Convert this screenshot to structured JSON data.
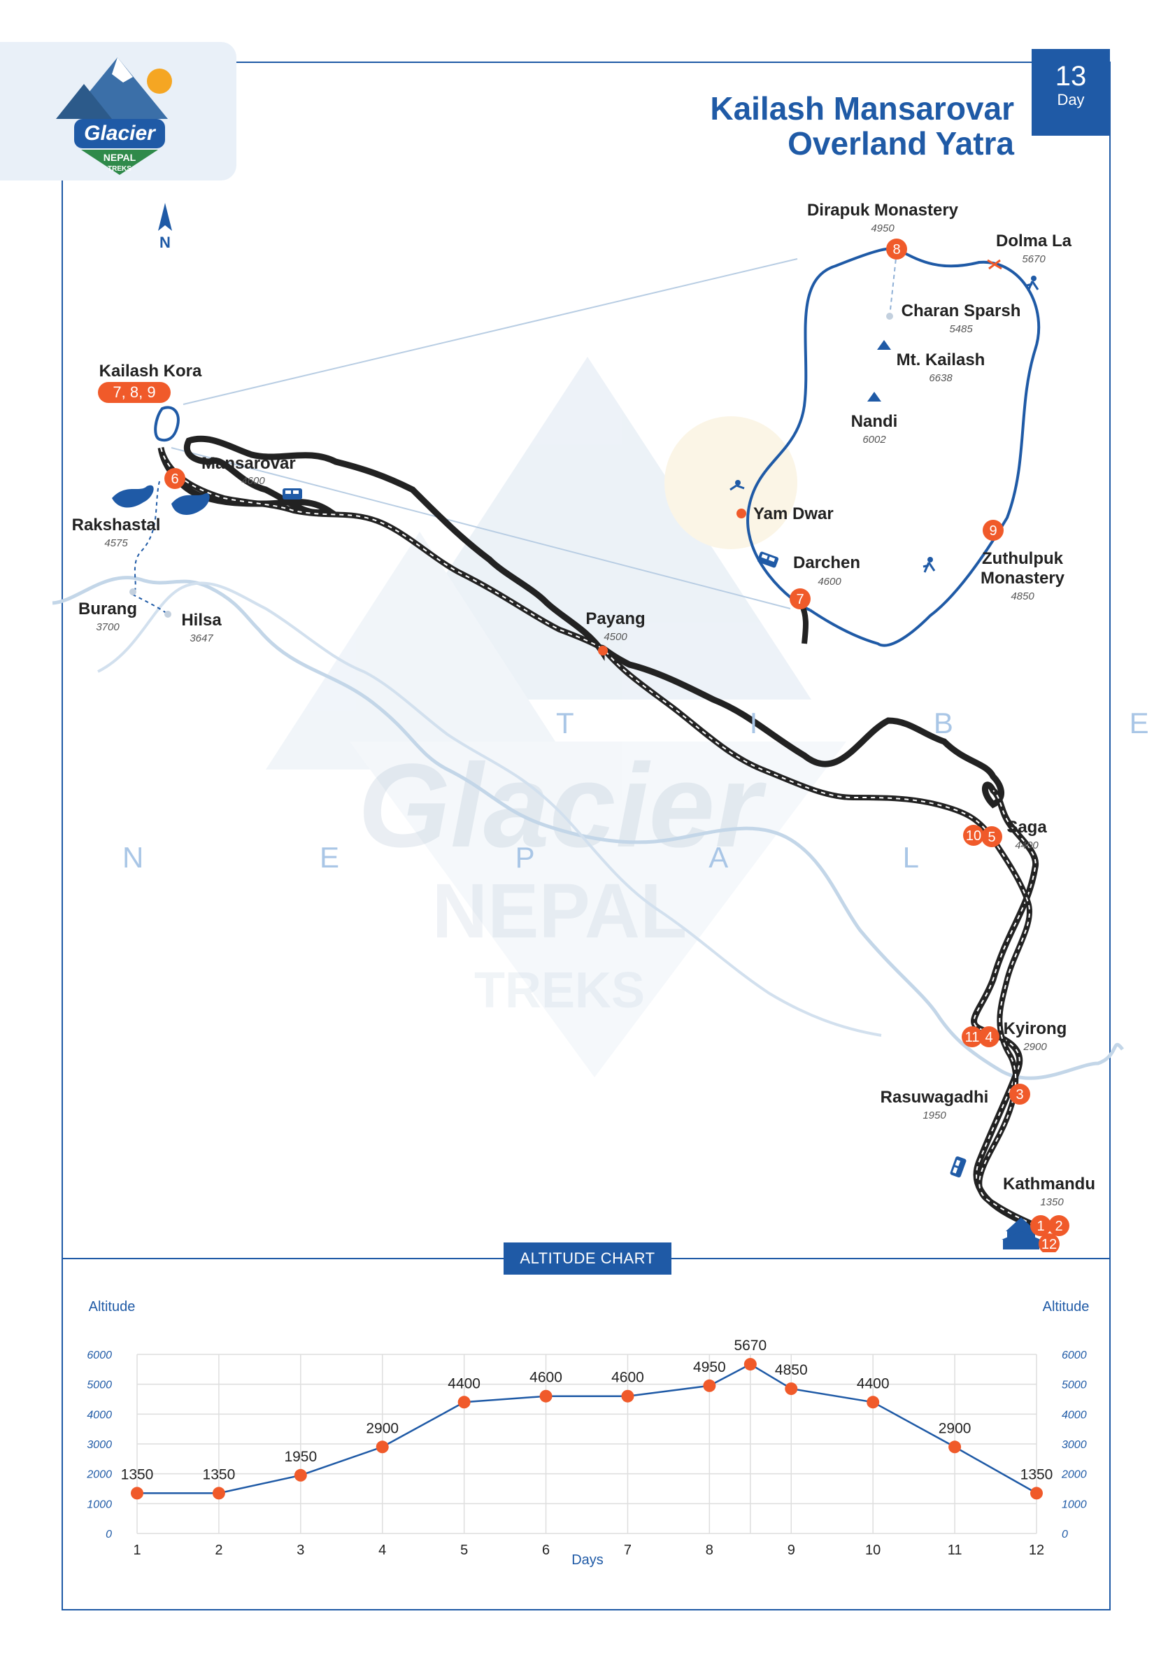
{
  "header": {
    "title_line1": "Kailash Mansarovar",
    "title_line2": "Overland Yatra",
    "day_number": "13",
    "day_label": "Day",
    "north_label": "N"
  },
  "logo": {
    "brand_text": "Glacier",
    "sub1": "NEPAL",
    "sub2": "TREKS"
  },
  "map": {
    "countries": {
      "tibet": "T I B E T",
      "nepal": "N E P A L"
    },
    "places": {
      "dirapuk": {
        "name": "Dirapuk Monastery",
        "altitude": "4950"
      },
      "dolma": {
        "name": "Dolma La",
        "altitude": "5670"
      },
      "charan": {
        "name": "Charan Sparsh",
        "altitude": "5485"
      },
      "kailash_mt": {
        "name": "Mt. Kailash",
        "altitude": "6638"
      },
      "nandi": {
        "name": "Nandi",
        "altitude": "6002"
      },
      "yamdwar": {
        "name": "Yam Dwar"
      },
      "darchen": {
        "name": "Darchen",
        "altitude": "4600"
      },
      "zuthulpuk1": {
        "name": "Zuthulpuk"
      },
      "zuthulpuk2": {
        "name": "Monastery",
        "altitude": "4850"
      },
      "kora": {
        "name": "Kailash Kora",
        "days": "7, 8, 9"
      },
      "mansarovar": {
        "name": "Mansarovar",
        "altitude": "4600"
      },
      "rakshastal": {
        "name": "Rakshastal",
        "altitude": "4575"
      },
      "burang": {
        "name": "Burang",
        "altitude": "3700"
      },
      "hilsa": {
        "name": "Hilsa",
        "altitude": "3647"
      },
      "payang": {
        "name": "Payang",
        "altitude": "4500"
      },
      "saga": {
        "name": "Saga",
        "altitude": "4400"
      },
      "kyirong": {
        "name": "Kyirong",
        "altitude": "2900"
      },
      "rasuwagadhi": {
        "name": "Rasuwagadhi",
        "altitude": "1950"
      },
      "kathmandu": {
        "name": "Kathmandu",
        "altitude": "1350"
      }
    },
    "waypoints": {
      "w8": "8",
      "w9": "9",
      "w7": "7",
      "w6": "6",
      "w10": "10",
      "w5": "5",
      "w11": "11",
      "w4": "4",
      "w3": "3",
      "w1": "1",
      "w2": "2",
      "w12": "12"
    }
  },
  "chart_title": "ALTITUDE CHART",
  "chart_data": {
    "type": "line",
    "x": [
      1,
      2,
      3,
      4,
      5,
      6,
      7,
      8,
      8.5,
      9,
      10,
      11,
      12
    ],
    "x_tick_labels": [
      "1",
      "2",
      "3",
      "4",
      "5",
      "6",
      "7",
      "8",
      "9",
      "10",
      "11",
      "12"
    ],
    "values": [
      1350,
      1350,
      1950,
      2900,
      4400,
      4600,
      4600,
      4950,
      5670,
      4850,
      4400,
      2900,
      1350
    ],
    "ylabel_left": "Altitude",
    "ylabel_right": "Altitude",
    "xlabel": "Days",
    "ylim": [
      0,
      6000
    ],
    "y_ticks": [
      0,
      1000,
      2000,
      3000,
      4000,
      5000,
      6000
    ],
    "grid": true,
    "line_color": "#1f5aa6",
    "marker_color": "#f05a2a"
  }
}
